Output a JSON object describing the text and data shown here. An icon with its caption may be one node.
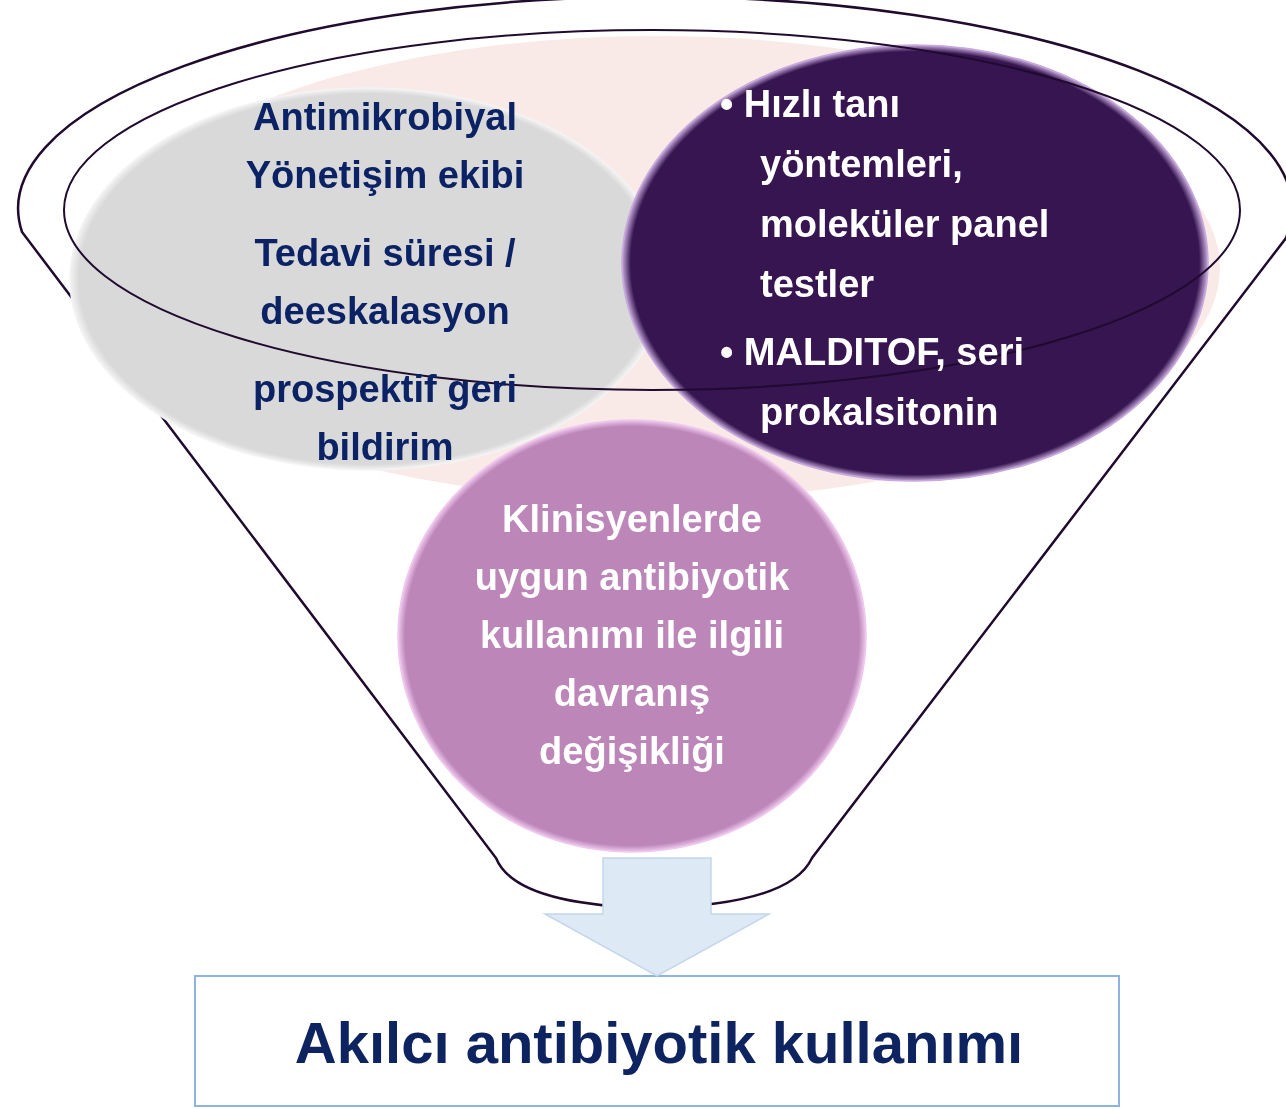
{
  "diagram": {
    "nodes": [
      {
        "text": [],
        "shape": "funnel"
      },
      {
        "text": [
          "Antimikrobiyal Yönetişim ekibi",
          "Tedavi süresi / deeskalasyon",
          "prospektif geri bildirim"
        ],
        "in": 0
      },
      {
        "text": [
          "• Hızlı tanı yöntemleri, moleküler panel testler",
          "• MALDITOF, seri prokalsitonin"
        ],
        "in": 0
      },
      {
        "text": [
          "Klinisyenlerde uygun antibiyotik kullanımı ile ilgili davranış değişikliği"
        ],
        "in": 0
      },
      {
        "text": [
          "Akılcı antibiyotik kullanımı"
        ]
      }
    ],
    "edges": [
      {
        "from": 0,
        "to": 4,
        "arrow": "to",
        "style": "thick"
      }
    ]
  }
}
